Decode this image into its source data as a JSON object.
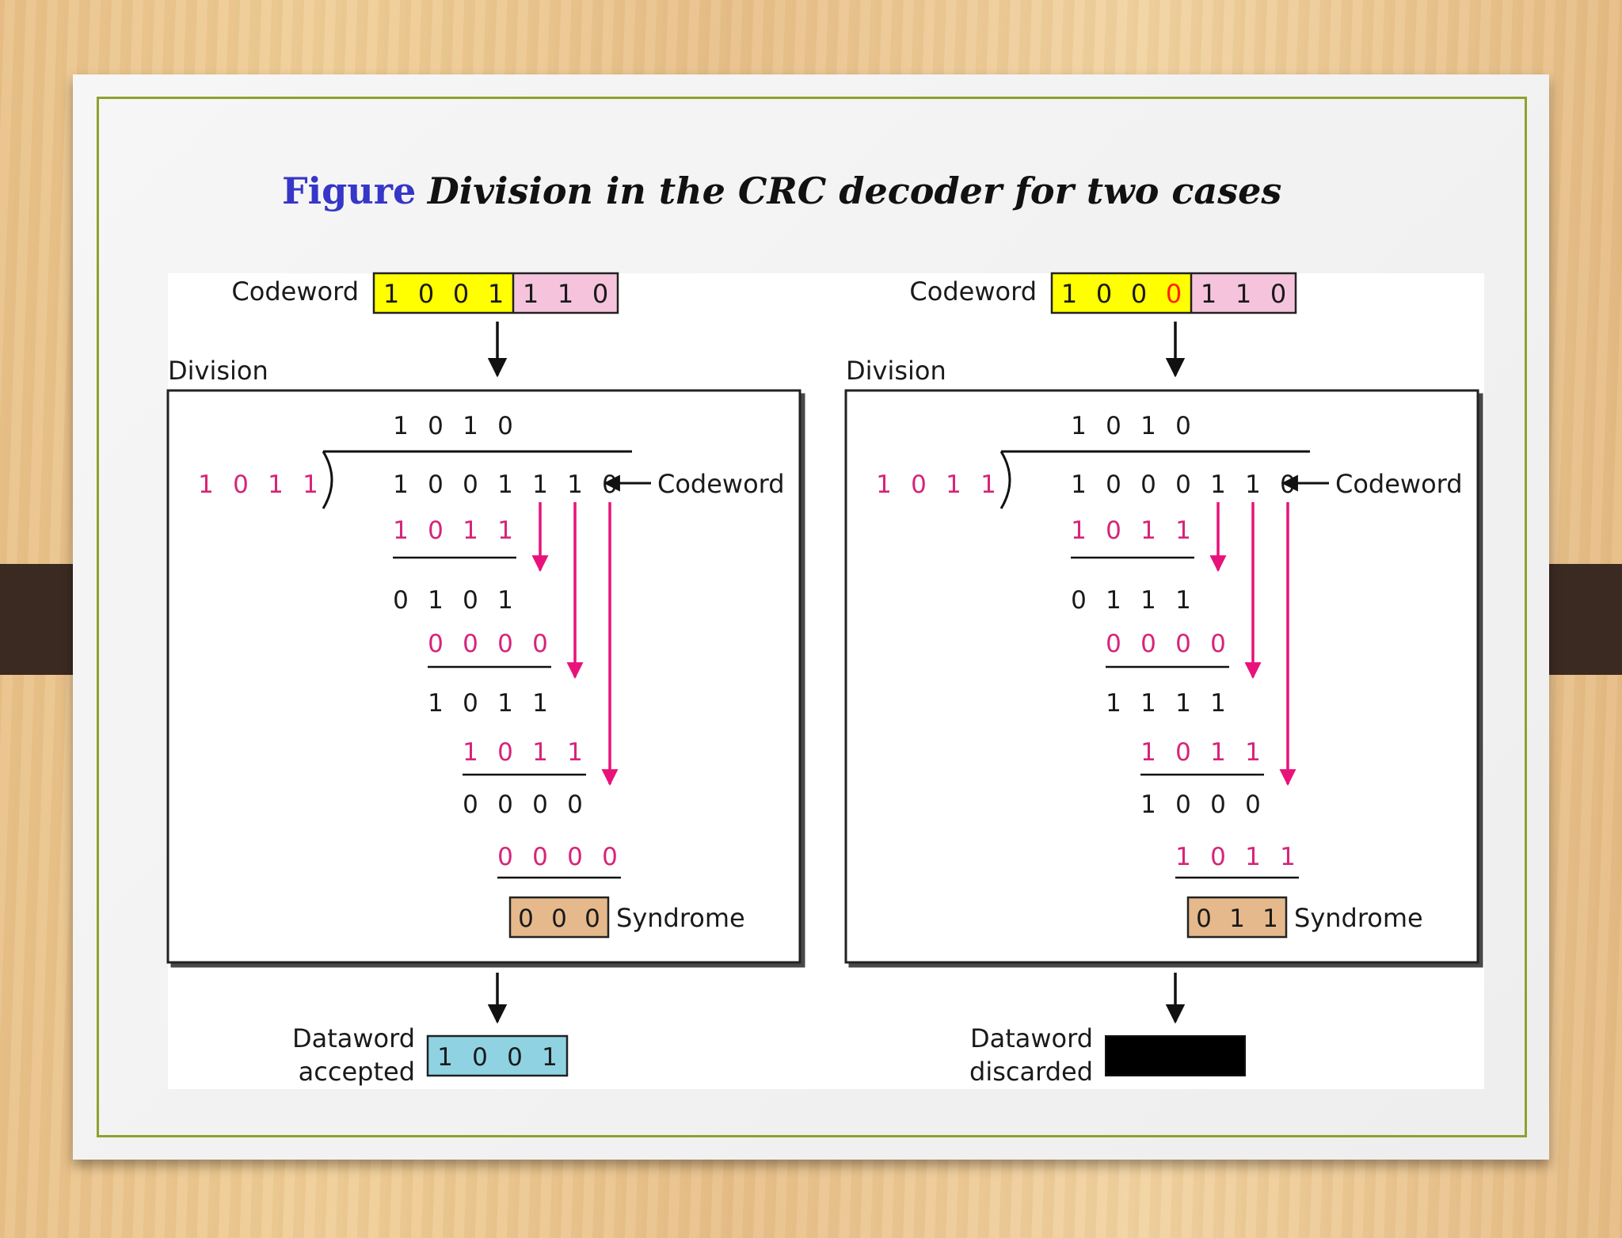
{
  "slide": {
    "title_prefix": "Figure",
    "title": "Division in the CRC decoder for two cases"
  },
  "colors": {
    "dataword_bits_box": "#ffff00",
    "redundant_bits_box": "#f5c4dc",
    "syndrome_box": "#e5b98b",
    "accepted_box": "#8fd3e3",
    "discarded_box": "#000000",
    "divisor_and_subtrahend_text": "#d6247a",
    "arrows": "#e8127a",
    "title_prefix": "#3636c8",
    "frame_border": "#8ea12e"
  },
  "labels": {
    "codeword": "Codeword",
    "division": "Division",
    "syndrome": "Syndrome",
    "dataword": "Dataword",
    "accepted": "accepted",
    "discarded": "discarded"
  },
  "cases": [
    {
      "codeword_data_bits": [
        "1",
        "0",
        "0",
        "1"
      ],
      "codeword_redundant_bits": [
        "1",
        "1",
        "0"
      ],
      "error_bit_index": null,
      "quotient": [
        "1",
        "0",
        "1",
        "0"
      ],
      "divisor": [
        "1",
        "0",
        "1",
        "1"
      ],
      "dividend": [
        "1",
        "0",
        "0",
        "1",
        "1",
        "1",
        "0"
      ],
      "steps": [
        {
          "subtract": [
            "1",
            "0",
            "1",
            "1"
          ],
          "result": [
            "0",
            "1",
            "0",
            "1"
          ]
        },
        {
          "subtract": [
            "0",
            "0",
            "0",
            "0"
          ],
          "result": [
            "1",
            "0",
            "1",
            "1"
          ]
        },
        {
          "subtract": [
            "1",
            "0",
            "1",
            "1"
          ],
          "result": [
            "0",
            "0",
            "0",
            "0"
          ]
        },
        {
          "subtract": [
            "0",
            "0",
            "0",
            "0"
          ],
          "result": null
        }
      ],
      "syndrome": [
        "0",
        "0",
        "0"
      ],
      "dataword_status": "accepted",
      "dataword": [
        "1",
        "0",
        "0",
        "1"
      ]
    },
    {
      "codeword_data_bits": [
        "1",
        "0",
        "0",
        "0"
      ],
      "codeword_redundant_bits": [
        "1",
        "1",
        "0"
      ],
      "error_bit_index": 3,
      "quotient": [
        "1",
        "0",
        "1",
        "0"
      ],
      "divisor": [
        "1",
        "0",
        "1",
        "1"
      ],
      "dividend": [
        "1",
        "0",
        "0",
        "0",
        "1",
        "1",
        "0"
      ],
      "steps": [
        {
          "subtract": [
            "1",
            "0",
            "1",
            "1"
          ],
          "result": [
            "0",
            "1",
            "1",
            "1"
          ]
        },
        {
          "subtract": [
            "0",
            "0",
            "0",
            "0"
          ],
          "result": [
            "1",
            "1",
            "1",
            "1"
          ]
        },
        {
          "subtract": [
            "1",
            "0",
            "1",
            "1"
          ],
          "result": [
            "1",
            "0",
            "0",
            "0"
          ]
        },
        {
          "subtract": [
            "1",
            "0",
            "1",
            "1"
          ],
          "result": null
        }
      ],
      "syndrome": [
        "0",
        "1",
        "1"
      ],
      "dataword_status": "discarded",
      "dataword": null
    }
  ]
}
